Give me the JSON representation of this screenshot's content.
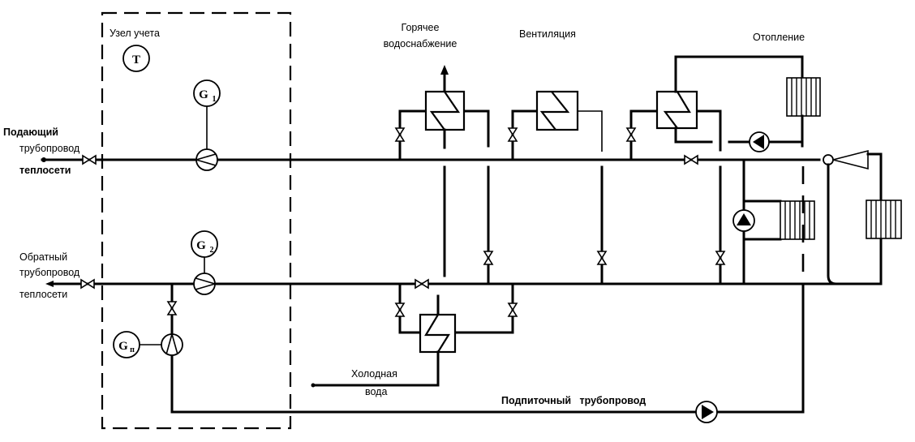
{
  "title": "Схема теплового пункта с узлом учета",
  "labels": {
    "metering_node": "Узел учета",
    "supply_line": [
      "Подающий",
      "трубопровод",
      "теплосети"
    ],
    "return_line": [
      "Обратный",
      "трубопровод",
      "теплосети"
    ],
    "hot_water": [
      "Горячее",
      "водоснабжение"
    ],
    "ventilation": "Вентиляция",
    "heating": "Отопление",
    "cold_water": [
      "Холодная",
      "вода"
    ],
    "makeup_line": "Подпиточный   трубопровод"
  },
  "instruments": {
    "temperature": "T",
    "flow_supply": {
      "letter": "G",
      "sub": "1"
    },
    "flow_return": {
      "letter": "G",
      "sub": "2"
    },
    "flow_makeup": {
      "letter": "G",
      "sub": "п"
    }
  },
  "colors": {
    "line": "#000000",
    "background": "#ffffff"
  }
}
